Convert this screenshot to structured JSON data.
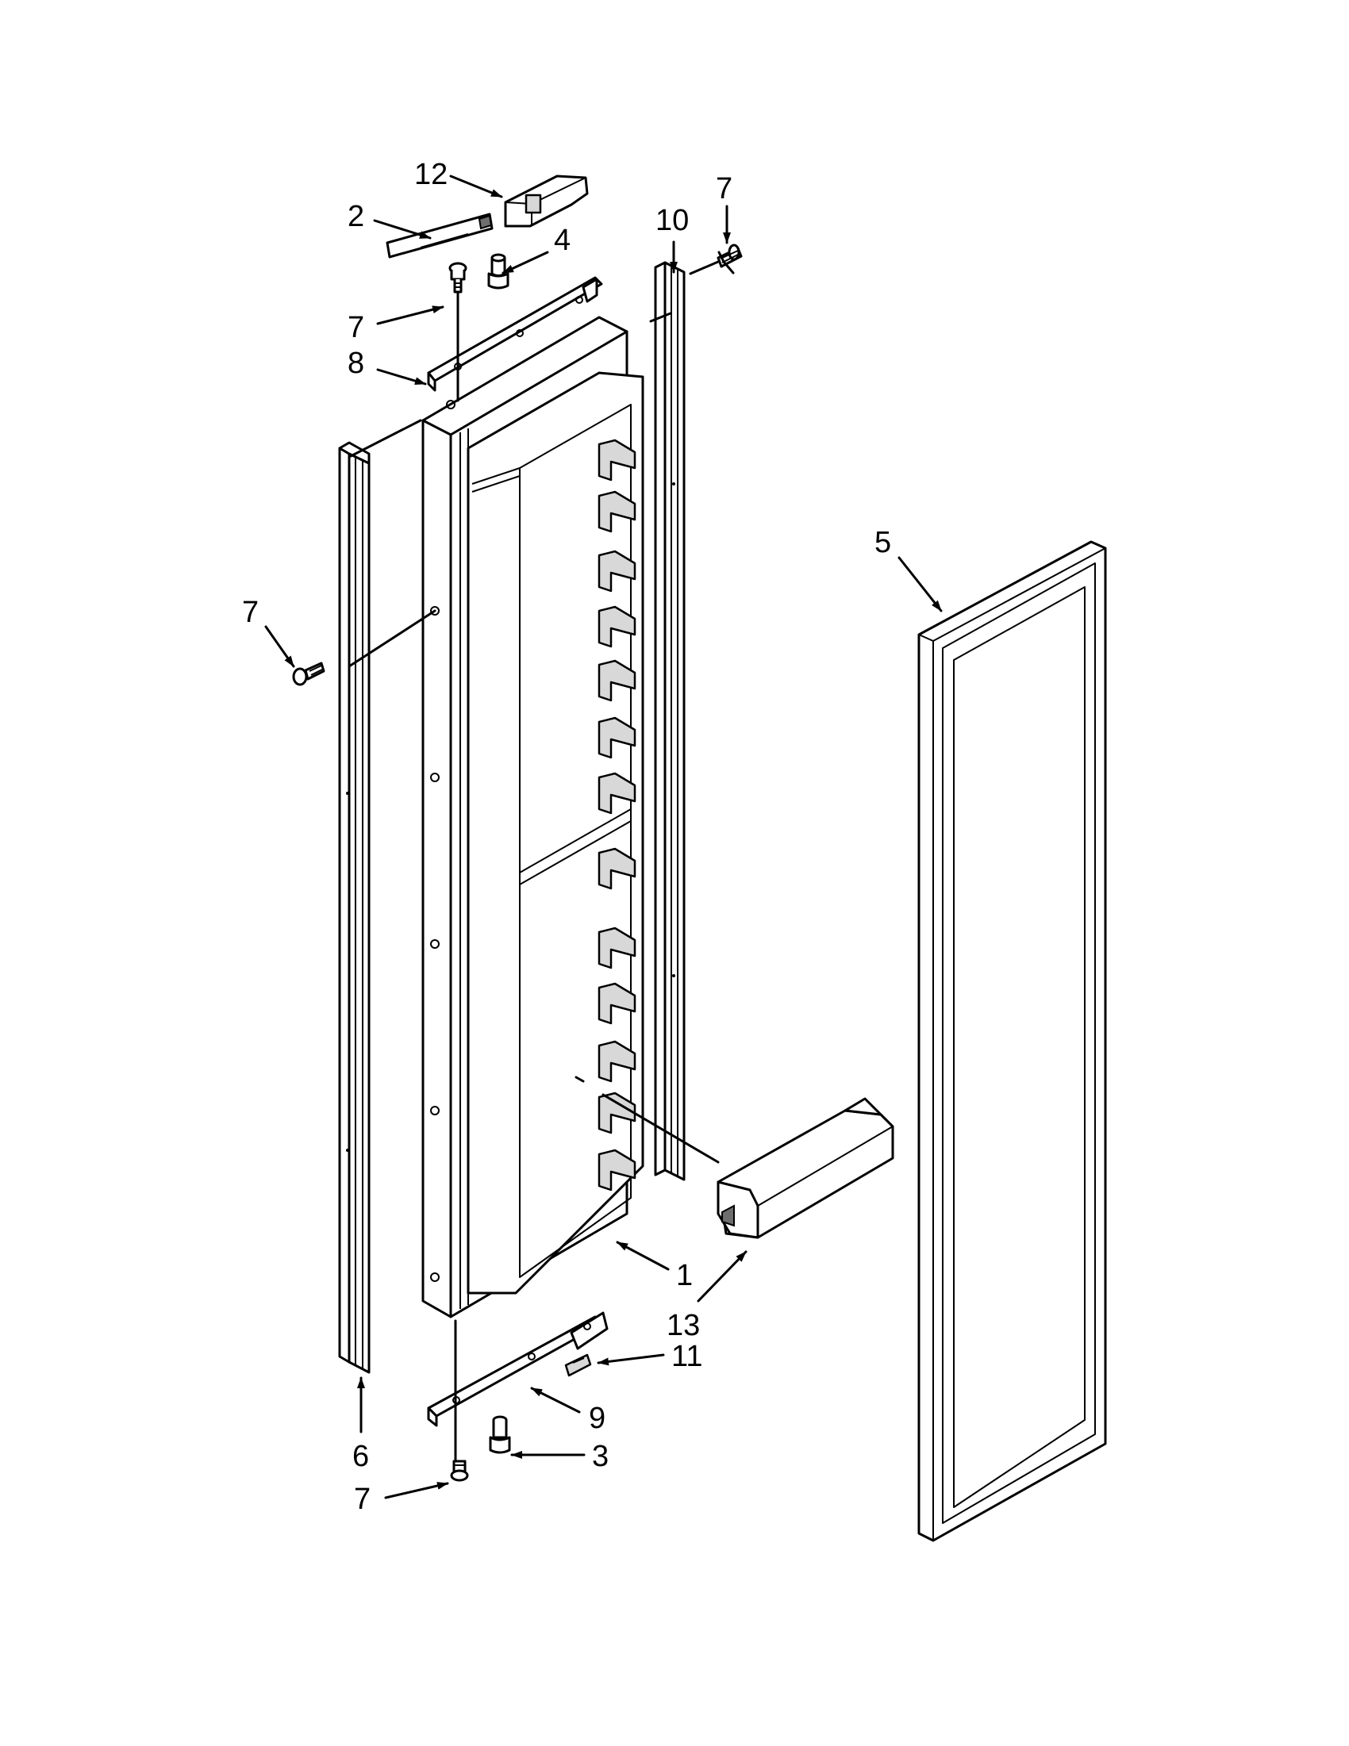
{
  "diagram": {
    "callouts": {
      "c12": "12",
      "c2": "2",
      "c4": "4",
      "c7_top_left": "7",
      "c7_top_right": "7",
      "c7_mid_left": "7",
      "c7_bottom": "7",
      "c10": "10",
      "c8": "8",
      "c5": "5",
      "c1": "1",
      "c13": "13",
      "c11": "11",
      "c9": "9",
      "c3": "3",
      "c6": "6"
    }
  }
}
